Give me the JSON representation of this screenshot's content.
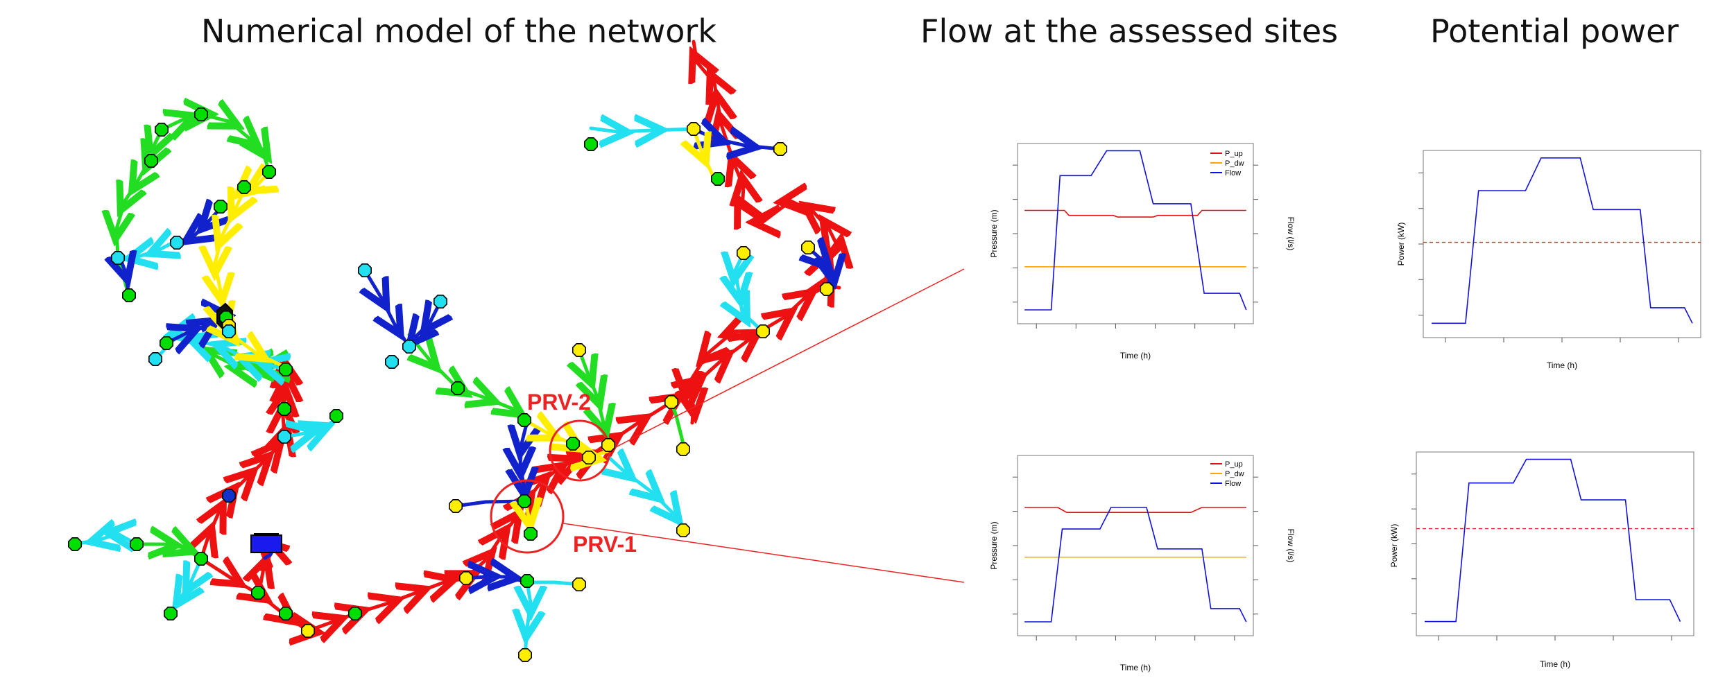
{
  "headings": {
    "model": "Numerical model of the network",
    "flow": "Flow at the assessed sites",
    "power": "Potential power"
  },
  "network": {
    "prv1_label": "PRV-1",
    "prv2_label": "PRV-2",
    "node_colors": {
      "green": "#00dd00",
      "cyan": "#22e0f0",
      "yellow": "#ffee00",
      "blue": "#1133cc"
    },
    "pipe_colors": {
      "red": "#ee1111",
      "green": "#22dd22",
      "cyan": "#22e0f0",
      "yellow": "#ffee00",
      "blue": "#1122cc"
    }
  },
  "flow_charts": [
    {
      "legend": [
        "P_up",
        "P_dw",
        "Flow"
      ],
      "legend_colors": [
        "#dd1111",
        "#ffa500",
        "#1111dd"
      ],
      "ylabel_left": "Pressure (m)",
      "ylabel_right": "Flow (l/s)",
      "xlabel": "Time (h)",
      "x": [
        0,
        0.12,
        0.16,
        0.3,
        0.37,
        0.52,
        0.58,
        0.75,
        0.81,
        0.97,
        1.0
      ],
      "flow": [
        0.04,
        0.04,
        0.85,
        0.85,
        1.0,
        1.0,
        0.68,
        0.68,
        0.14,
        0.14,
        0.04
      ],
      "p_up_x": [
        0,
        0.18,
        0.2,
        0.4,
        0.42,
        0.58,
        0.6,
        0.78,
        0.8,
        1.0
      ],
      "p_up": [
        0.64,
        0.64,
        0.61,
        0.61,
        0.6,
        0.6,
        0.61,
        0.61,
        0.64,
        0.64
      ],
      "p_dw": 0.3
    },
    {
      "legend": [
        "P_up",
        "P_dw",
        "Flow"
      ],
      "legend_colors": [
        "#dd1111",
        "#ffa500",
        "#1111dd"
      ],
      "ylabel_left": "Pressure (m)",
      "ylabel_right": "Flow (l/s)",
      "xlabel": "Time (h)",
      "x": [
        0,
        0.12,
        0.17,
        0.34,
        0.39,
        0.55,
        0.6,
        0.8,
        0.84,
        0.97,
        1.0
      ],
      "flow": [
        0.04,
        0.04,
        0.6,
        0.6,
        0.73,
        0.73,
        0.48,
        0.48,
        0.12,
        0.12,
        0.04
      ],
      "p_up_x": [
        0,
        0.15,
        0.19,
        0.75,
        0.8,
        1.0
      ],
      "p_up": [
        0.73,
        0.73,
        0.7,
        0.7,
        0.73,
        0.73
      ],
      "p_dw": 0.43
    }
  ],
  "power_charts": [
    {
      "ylabel": "Power (kW)",
      "xlabel": "Time (h)",
      "x": [
        0,
        0.13,
        0.18,
        0.36,
        0.42,
        0.57,
        0.62,
        0.8,
        0.84,
        0.97,
        1.0
      ],
      "power": [
        0.04,
        0.04,
        0.81,
        0.81,
        1.0,
        1.0,
        0.7,
        0.7,
        0.13,
        0.13,
        0.04
      ],
      "mean": 0.51
    },
    {
      "ylabel": "Power (kW)",
      "xlabel": "Time (h)",
      "x": [
        0,
        0.12,
        0.17,
        0.34,
        0.39,
        0.56,
        0.6,
        0.77,
        0.81,
        0.94,
        0.98
      ],
      "power": [
        0.04,
        0.04,
        0.86,
        0.86,
        1.0,
        1.0,
        0.76,
        0.76,
        0.17,
        0.17,
        0.04
      ],
      "mean": 0.59
    }
  ]
}
